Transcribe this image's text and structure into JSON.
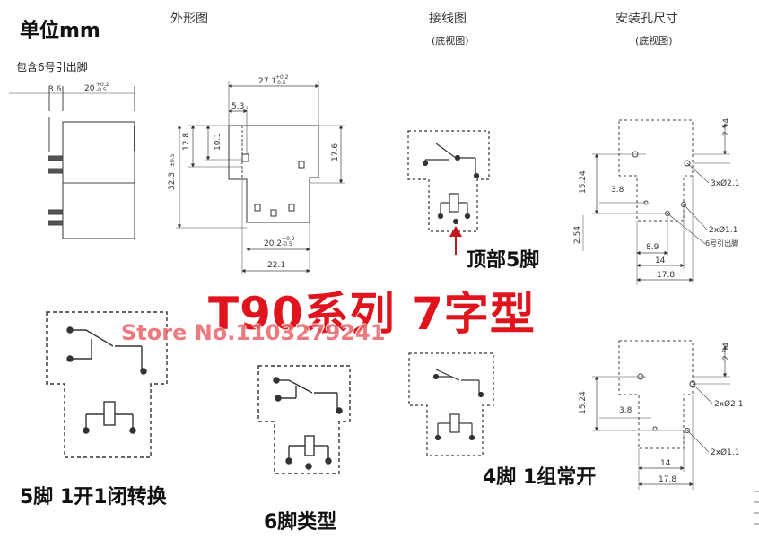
{
  "header": {
    "unit": "单位mm",
    "pin_note": "包含6号引出脚",
    "outline": "外形图",
    "wiring": "接线图",
    "wiring_sub": "(底视图)",
    "mounting": "安装孔尺寸",
    "mounting_sub": "(底视图)"
  },
  "title": "T90系列 7字型",
  "watermark": "Store No.1103279241",
  "labels": {
    "top_pins": "顶部5脚",
    "five_pin": "5脚 1开1闭转换",
    "six_pin": "6脚类型",
    "four_pin": "4脚 1组常开"
  },
  "dims": {
    "side_3_6": "3.6",
    "side_20": "20",
    "side_20_tol_up": "+0.2",
    "side_20_tol_dn": "-0.5",
    "top_27_1": "27.1",
    "top_27_1_tol_up": "+0.2",
    "top_27_1_tol_dn": "-0.5",
    "d_5_3": "5.3",
    "d_12_8": "12.8",
    "d_10_1": "10.1",
    "d_32_3": "32.3",
    "d_32_3_tol": "±0.5",
    "d_17_6": "17.6",
    "d_20_2": "20.2",
    "d_20_2_tol_up": "+0.2",
    "d_20_2_tol_dn": "-0.5",
    "d_22_1": "22.1",
    "m_2_54_a": "2.54",
    "m_15_24_a": "15.24",
    "m_3_8_a": "3.8",
    "m_3x2_1": "3xØ2.1",
    "m_2x1_1_a": "2xØ1.1",
    "m_pin6": "6号引出脚",
    "m_2_54_b": "2.54",
    "m_8_9": "8.9",
    "m_14_a": "14",
    "m_17_8_a": "17.8",
    "m_2_54_c": "2.54",
    "m_15_24_b": "15.24",
    "m_3_8_b": "3.8",
    "m_2x2_1": "2xØ2.1",
    "m_2x1_1_b": "2xØ1.1",
    "m_14_b": "14",
    "m_17_8_b": "17.8"
  }
}
